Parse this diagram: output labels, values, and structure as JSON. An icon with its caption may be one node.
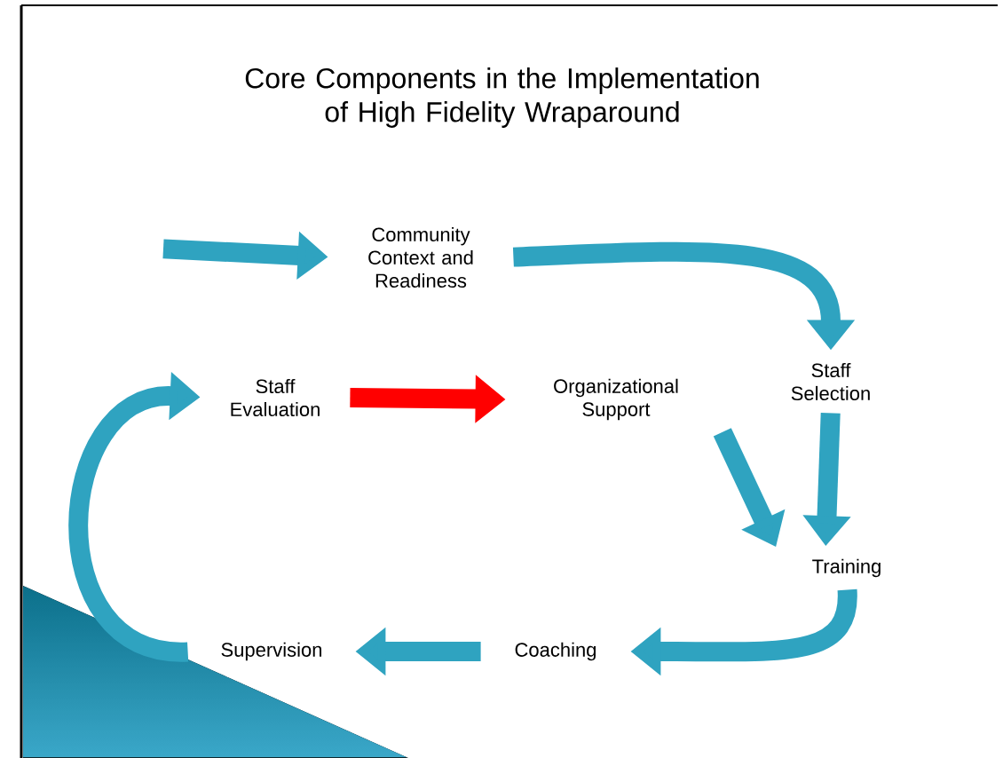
{
  "diagram": {
    "title": "Core Components in the Implementation of High Fidelity Wraparound",
    "nodes": [
      {
        "text": [
          "Community Context and Readiness"
        ]
      },
      {
        "text": [
          "Staff Selection"
        ]
      },
      {
        "text": [
          "Organizational Support"
        ]
      },
      {
        "text": [
          "Training"
        ]
      },
      {
        "text": [
          "Coaching"
        ]
      },
      {
        "text": [
          "Supervision"
        ]
      },
      {
        "text": [
          "Staff Evaluation"
        ]
      }
    ],
    "edges": [
      {
        "from": null,
        "to": 0,
        "arrow": "to"
      },
      {
        "from": 0,
        "to": 1,
        "arrow": "to"
      },
      {
        "from": 2,
        "to": 3,
        "arrow": "to"
      },
      {
        "from": 1,
        "to": 3,
        "arrow": "to"
      },
      {
        "from": 3,
        "to": 4,
        "arrow": "to"
      },
      {
        "from": 4,
        "to": 5,
        "arrow": "to"
      },
      {
        "from": 5,
        "to": 6,
        "arrow": "to"
      },
      {
        "from": 6,
        "to": 2,
        "arrow": "to",
        "color": "#ff0000"
      }
    ]
  }
}
